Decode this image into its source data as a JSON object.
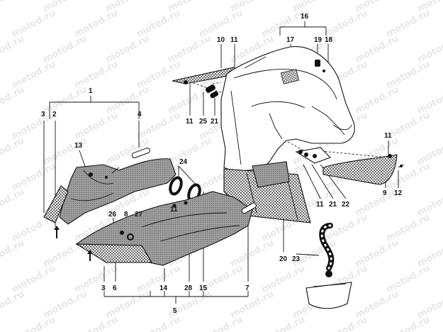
{
  "watermark": "motod.ru",
  "callouts": {
    "c1": "1",
    "c2": "2",
    "c3a": "3",
    "c3b": "3",
    "c4": "4",
    "c5": "5",
    "c6": "6",
    "c7": "7",
    "c8": "8",
    "c9": "9",
    "c10": "10",
    "c11a": "11",
    "c11b": "11",
    "c11c": "11",
    "c11d": "11",
    "c11e": "11",
    "c12": "12",
    "c13": "13",
    "c14": "14",
    "c15": "15",
    "c16": "16",
    "c17": "17",
    "c18": "18",
    "c19": "19",
    "c20": "20",
    "c21a": "21",
    "c21b": "21",
    "c22": "22",
    "c23": "23",
    "c24": "24",
    "c25": "25",
    "c26": "26",
    "c27": "27",
    "c28": "28"
  }
}
